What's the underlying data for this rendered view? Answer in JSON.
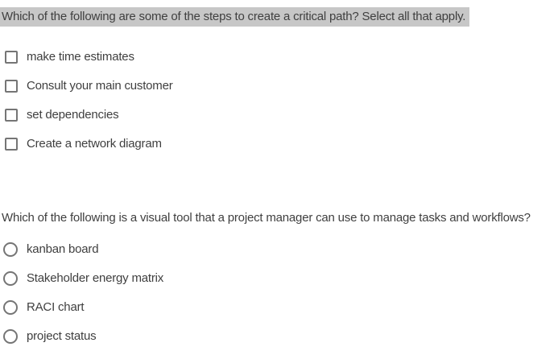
{
  "colors": {
    "background": "#ffffff",
    "text": "#3f3f3f",
    "selection_highlight": "#c7c7c7",
    "control_border": "#757575"
  },
  "questions": [
    {
      "text": "Which of the following are some of the steps to create a critical path? Select all that apply.",
      "type": "checkbox",
      "text_highlighted": true,
      "options": [
        "make time estimates",
        "Consult your main customer",
        "set dependencies",
        "Create a network diagram"
      ]
    },
    {
      "text": "Which of the following is a visual tool that a project manager can use to manage tasks and workflows?",
      "type": "radio",
      "text_highlighted": false,
      "options": [
        "kanban board",
        "Stakeholder energy matrix",
        "RACI chart",
        "project status"
      ]
    }
  ]
}
